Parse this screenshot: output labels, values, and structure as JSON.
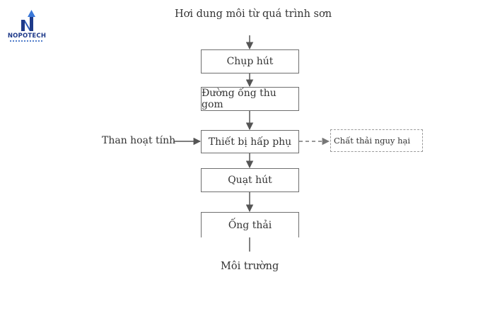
{
  "logo": {
    "text": "NOPOTECH"
  },
  "diagram": {
    "top_label": "Hơi dung môi từ quá trình sơn",
    "steps": [
      "Chụp hút",
      "Đường ống thu gom",
      "Thiết bị hấp phụ",
      "Quạt hút",
      "Ống thải"
    ],
    "side_input": "Than hoạt tính",
    "side_output": "Chất thải nguy hại",
    "bottom_label": "Môi trường"
  }
}
